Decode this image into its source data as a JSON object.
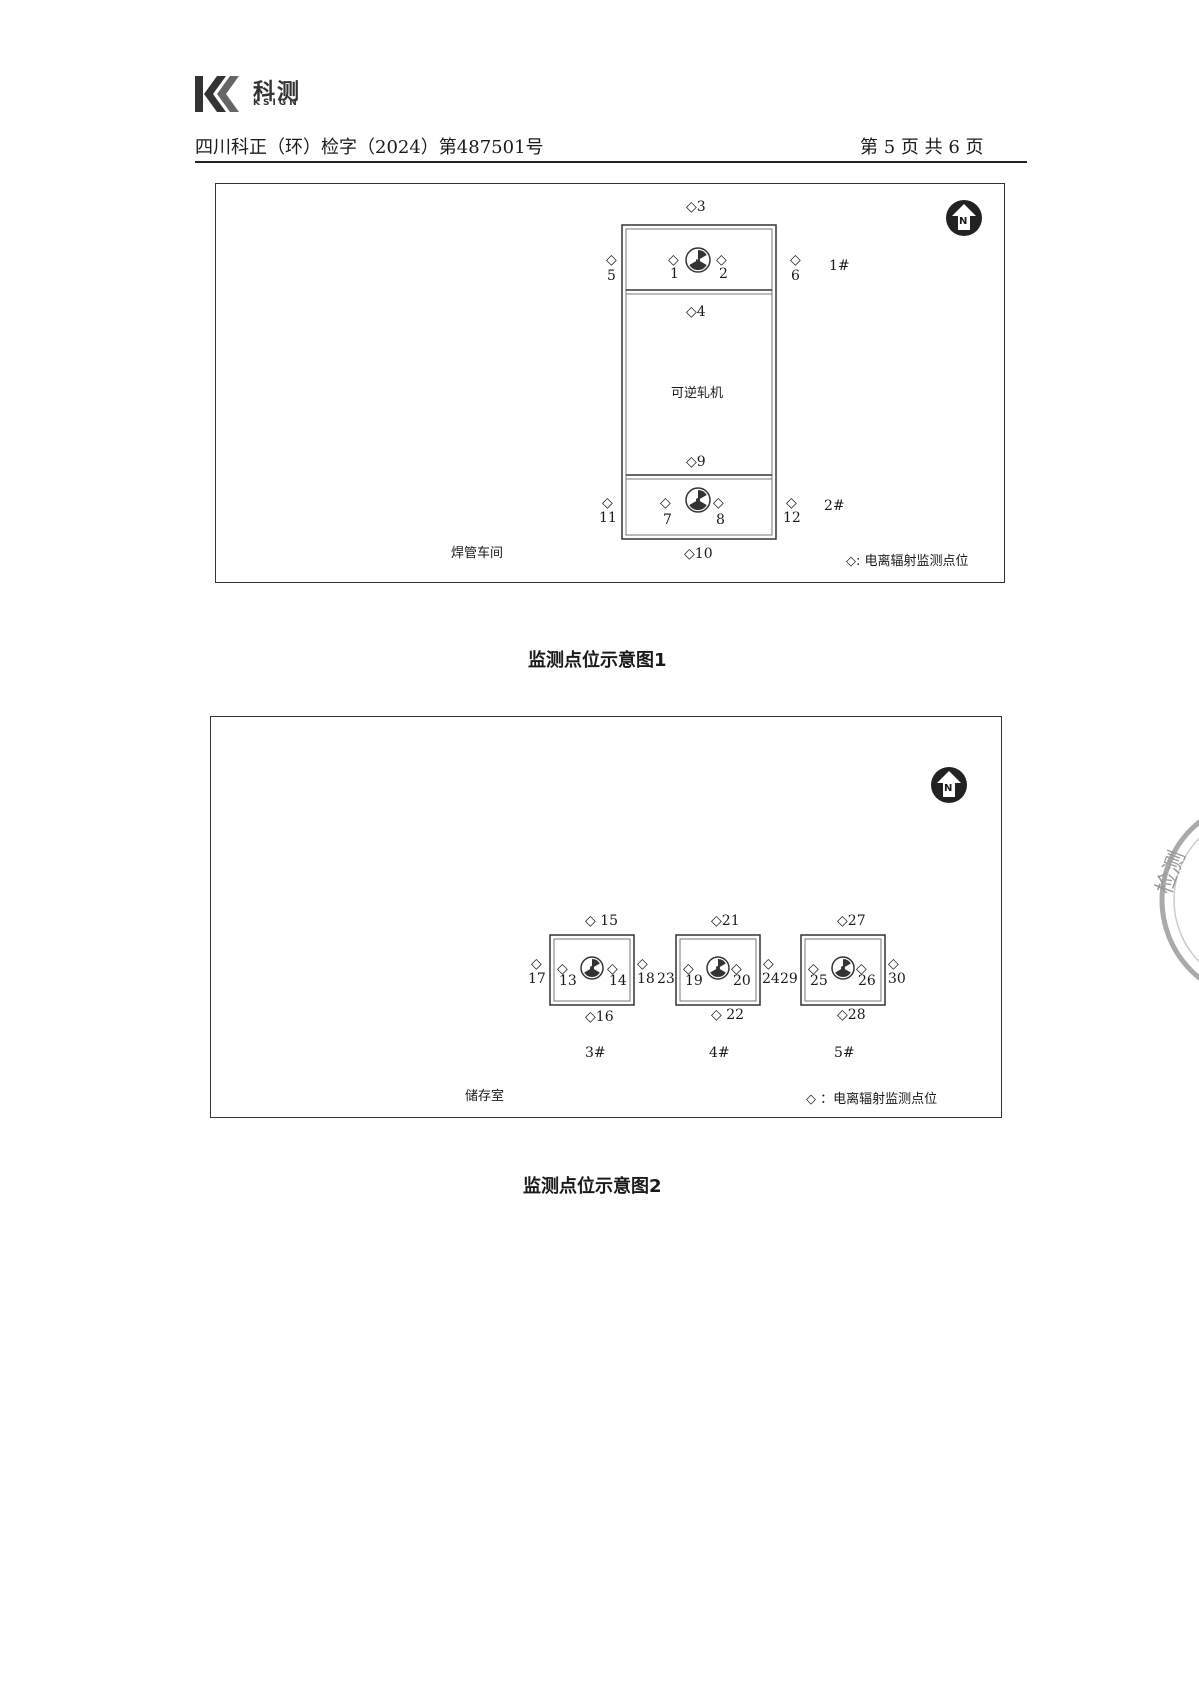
{
  "header": {
    "logo_brand": "科测",
    "logo_sub": "KSIGN",
    "report_number": "四川科正（环）检字（2024）第487501号",
    "page_info": "第 5 页 共 6 页"
  },
  "figure1": {
    "caption": "监测点位示意图1",
    "workshop_label": "焊管车间",
    "machine_label": "可逆轧机",
    "room1_label": "1#",
    "room2_label": "2#",
    "legend": "◇: 电离辐射监测点位",
    "north": "N",
    "points": [
      "1",
      "2",
      "3",
      "4",
      "5",
      "6",
      "7",
      "8",
      "9",
      "10",
      "11",
      "12"
    ]
  },
  "figure2": {
    "caption": "监测点位示意图2",
    "storage_label": "储存室",
    "room3_label": "3#",
    "room4_label": "4#",
    "room5_label": "5#",
    "legend": "◇ ：电离辐射监测点位",
    "north": "N",
    "points": [
      "13",
      "14",
      "15",
      "16",
      "17",
      "18",
      "19",
      "20",
      "21",
      "22",
      "23",
      "24",
      "25",
      "26",
      "27",
      "28",
      "29",
      "30"
    ]
  },
  "stamp": {
    "text": "检测专用章"
  },
  "colors": {
    "ink": "#222222",
    "logo": "#333333"
  }
}
